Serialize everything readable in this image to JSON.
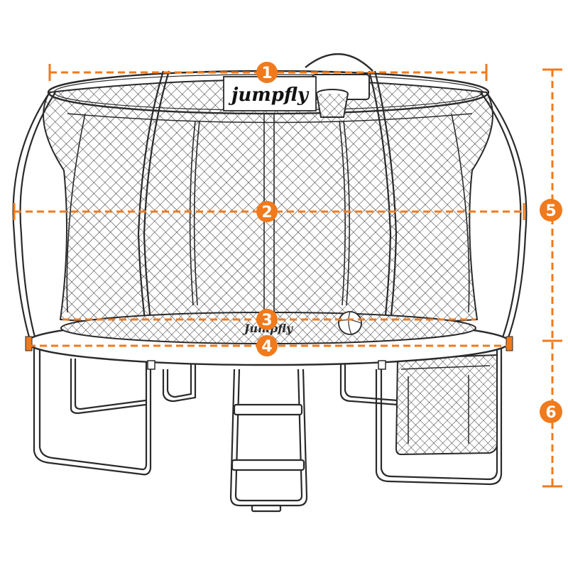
{
  "brand": {
    "name": "jumpfly",
    "mat_text": "Jumpfly"
  },
  "markers": [
    {
      "id": "1",
      "label": "1"
    },
    {
      "id": "2",
      "label": "2"
    },
    {
      "id": "3",
      "label": "3"
    },
    {
      "id": "4",
      "label": "4"
    },
    {
      "id": "5",
      "label": "5"
    },
    {
      "id": "6",
      "label": "6"
    }
  ],
  "colors": {
    "accent": "#F07A1C",
    "line": "#2a2a2a",
    "net": "#555555"
  }
}
